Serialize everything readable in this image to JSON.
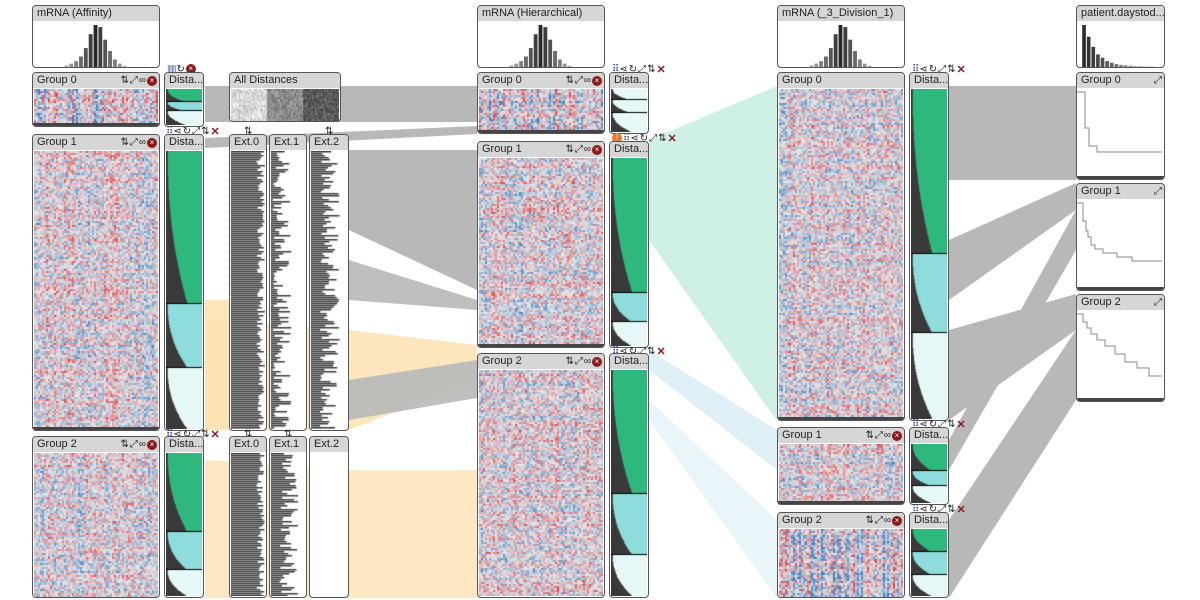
{
  "columns": {
    "affinity": {
      "title": "mRNA (Affinity)",
      "groups": [
        {
          "label": "Group 0"
        },
        {
          "label": "Group 1"
        },
        {
          "label": "Group 2"
        }
      ],
      "distance_label": "Dista...",
      "all_distances_label": "All Distances",
      "ext_labels": [
        "Ext.0",
        "Ext.1",
        "Ext.2"
      ]
    },
    "hierarchical": {
      "title": "mRNA (Hierarchical)",
      "groups": [
        {
          "label": "Group 0"
        },
        {
          "label": "Group 1"
        },
        {
          "label": "Group 2"
        }
      ],
      "distance_label": "Dista..."
    },
    "division": {
      "title": "mRNA (_3_Division_1)",
      "groups": [
        {
          "label": "Group 0"
        },
        {
          "label": "Group 1"
        },
        {
          "label": "Group 2"
        }
      ],
      "distance_label": "Dista..."
    },
    "clinical": {
      "title": "patient.daystod...",
      "groups": [
        {
          "label": "Group 0"
        },
        {
          "label": "Group 1"
        },
        {
          "label": "Group 2"
        }
      ]
    }
  },
  "icons": {
    "sort": "sort-icon",
    "expand": "expand-icon",
    "link": "link-icon",
    "close": "close-icon",
    "refresh": "refresh-icon",
    "share": "share-icon",
    "grid": "grid-icon"
  },
  "colors": {
    "heat_red": "#d6404a",
    "heat_blue": "#3d7fc2",
    "heat_neutral": "#e8e8e8",
    "distance_green": "#2fb87e",
    "distance_cyan": "#8fdcdc",
    "distance_light": "#e6f7f7",
    "bar_dark": "#3a3a3a",
    "band_gray": "#b8b8b8",
    "band_orange": "#fde2b3",
    "band_teal": "#c9eee2",
    "band_lightblue": "#daeef5",
    "close_red": "#8b1a1a",
    "accent_orange": "#e8792b"
  }
}
